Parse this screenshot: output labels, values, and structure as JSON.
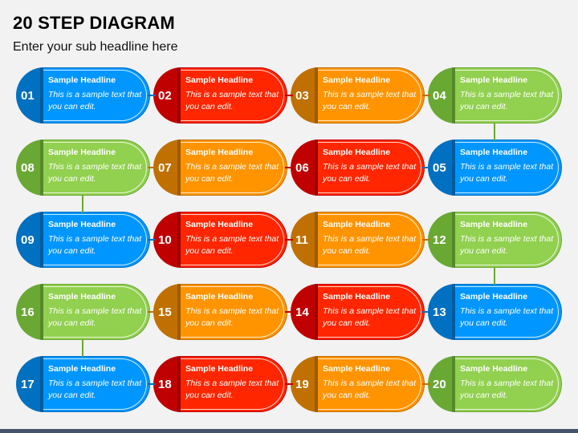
{
  "header": {
    "title": "20 STEP DIAGRAM",
    "subtitle": "Enter your sub headline here"
  },
  "colors": {
    "blue": {
      "main": "#0096ff",
      "dark": "#0070c0"
    },
    "red": {
      "main": "#ff2600",
      "dark": "#c00000"
    },
    "orange": {
      "main": "#ff9400",
      "dark": "#c07000"
    },
    "green": {
      "main": "#92d050",
      "dark": "#6aa834"
    },
    "footer": "#44546a",
    "background": "#f2f2f2"
  },
  "steps": [
    {
      "number": "01",
      "headline": "Sample Headline",
      "text": "This is a sample text that you can edit.",
      "color": "blue"
    },
    {
      "number": "02",
      "headline": "Sample Headline",
      "text": "This is a sample text that you can edit.",
      "color": "red"
    },
    {
      "number": "03",
      "headline": "Sample Headline",
      "text": "This is a sample text that you can edit.",
      "color": "orange"
    },
    {
      "number": "04",
      "headline": "Sample Headline",
      "text": "This is a sample text that you can edit.",
      "color": "green"
    },
    {
      "number": "05",
      "headline": "Sample Headline",
      "text": "This is a sample text that you can edit.",
      "color": "blue"
    },
    {
      "number": "06",
      "headline": "Sample Headline",
      "text": "This is a sample text that you can edit.",
      "color": "red"
    },
    {
      "number": "07",
      "headline": "Sample Headline",
      "text": "This is a sample text that you can edit.",
      "color": "orange"
    },
    {
      "number": "08",
      "headline": "Sample Headline",
      "text": "This is a sample text that you can edit.",
      "color": "green"
    },
    {
      "number": "09",
      "headline": "Sample Headline",
      "text": "This is a sample text that you can edit.",
      "color": "blue"
    },
    {
      "number": "10",
      "headline": "Sample Headline",
      "text": "This is a sample text that you can edit.",
      "color": "red"
    },
    {
      "number": "11",
      "headline": "Sample Headline",
      "text": "This is a sample text that you can edit.",
      "color": "orange"
    },
    {
      "number": "12",
      "headline": "Sample Headline",
      "text": "This is a sample text that you can edit.",
      "color": "green"
    },
    {
      "number": "13",
      "headline": "Sample Headline",
      "text": "This is a sample text that you can edit.",
      "color": "blue"
    },
    {
      "number": "14",
      "headline": "Sample Headline",
      "text": "This is a sample text that you can edit.",
      "color": "red"
    },
    {
      "number": "15",
      "headline": "Sample Headline",
      "text": "This is a sample text that you can edit.",
      "color": "orange"
    },
    {
      "number": "16",
      "headline": "Sample Headline",
      "text": "This is a sample text that you can edit.",
      "color": "green"
    },
    {
      "number": "17",
      "headline": "Sample Headline",
      "text": "This is a sample text that you can edit.",
      "color": "blue"
    },
    {
      "number": "18",
      "headline": "Sample Headline",
      "text": "This is a sample text that you can edit.",
      "color": "red"
    },
    {
      "number": "19",
      "headline": "Sample Headline",
      "text": "This is a sample text that you can edit.",
      "color": "orange"
    },
    {
      "number": "20",
      "headline": "Sample Headline",
      "text": "This is a sample text that you can edit.",
      "color": "green"
    }
  ]
}
